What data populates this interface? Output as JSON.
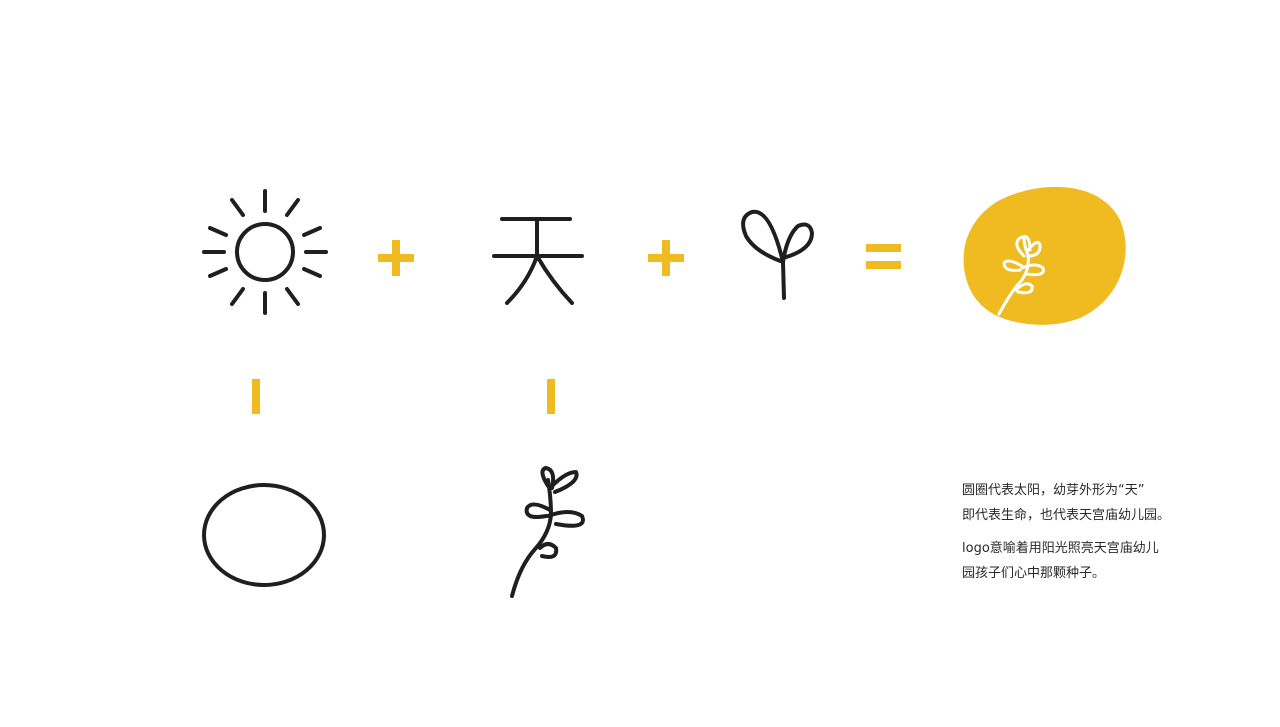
{
  "colors": {
    "accent": "#F0BB21",
    "ink": "#1f1f1f",
    "background": "#ffffff",
    "text": "#2a2a2a"
  },
  "symbols": {
    "row1": [
      "sun-icon",
      "plus-icon",
      "tian-character-icon",
      "plus-icon",
      "sprout-icon",
      "equals-icon",
      "logo-mark"
    ],
    "row2": [
      "circle-icon",
      "branch-icon"
    ]
  },
  "tian_glyph": "天",
  "description": {
    "paragraph1_line1": "圆圈代表太阳，幼芽外形为“天”",
    "paragraph1_line2": "即代表生命，也代表天宫庙幼儿园。",
    "paragraph2_line1": "logo意喻着用阳光照亮天宫庙幼儿",
    "paragraph2_line2": "园孩子们心中那颗种子。"
  }
}
